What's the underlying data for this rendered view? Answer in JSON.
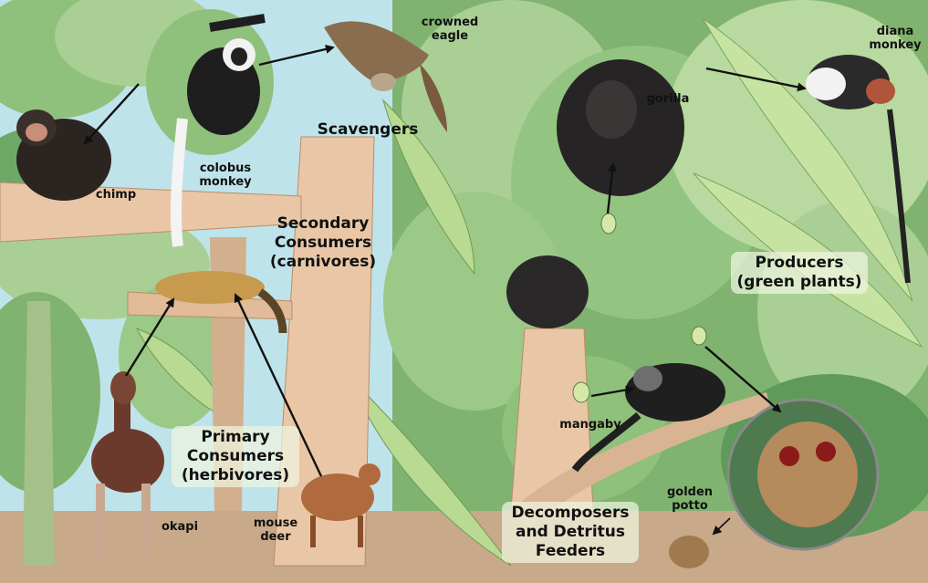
{
  "labels": {
    "crowned_eagle": "crowned\neagle",
    "diana_monkey": "diana\nmonkey",
    "gorilla": "gorilla",
    "chimp": "chimp",
    "colobus_monkey": "colobus\nmonkey",
    "mangaby": "mangaby",
    "golden_potto": "golden\npotto",
    "okapi": "okapi",
    "mouse_deer": "mouse\ndeer"
  },
  "categories": {
    "scavengers": "Scavengers",
    "secondary_consumers": "Secondary\nConsumers\n(carnivores)",
    "producers": "Producers\n(green plants)",
    "primary_consumers": "Primary\nConsumers\n(herbivores)",
    "decomposers": "Decomposers\nand Detritus\nFeeders"
  },
  "colors": {
    "sky": "#bfe3ea",
    "foliage_light": "#a9cf95",
    "foliage_dark": "#5f9a5a",
    "trunk": "#e9c7a6",
    "ground": "#c8a98a",
    "arrow": "#111111"
  }
}
